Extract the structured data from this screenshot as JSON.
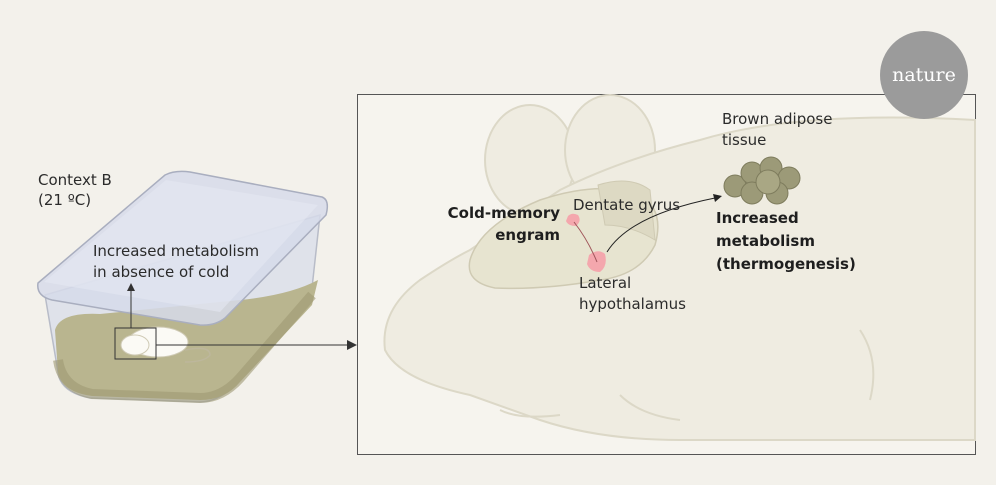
{
  "logo": {
    "text": "nature",
    "color": "#9b9b9b"
  },
  "left_panel": {
    "context_label": [
      "Context B",
      "(21 ºC)"
    ],
    "metabolism_label": [
      "Increased metabolism",
      "in absence of cold"
    ]
  },
  "right_panel": {
    "engram_label": [
      "Cold-memory",
      "engram"
    ],
    "dentate_label": "Dentate gyrus",
    "hypothalamus_label": [
      "Lateral",
      "hypothalamus"
    ],
    "bat_label": [
      "Brown adipose",
      "tissue"
    ],
    "thermo_label": [
      "Increased",
      "metabolism",
      "(thermogenesis)"
    ]
  },
  "colors": {
    "background": "#f3f1eb",
    "bedding": "#b9b58f",
    "engram": "#f4a7ad",
    "fat": "#9c9a78"
  }
}
